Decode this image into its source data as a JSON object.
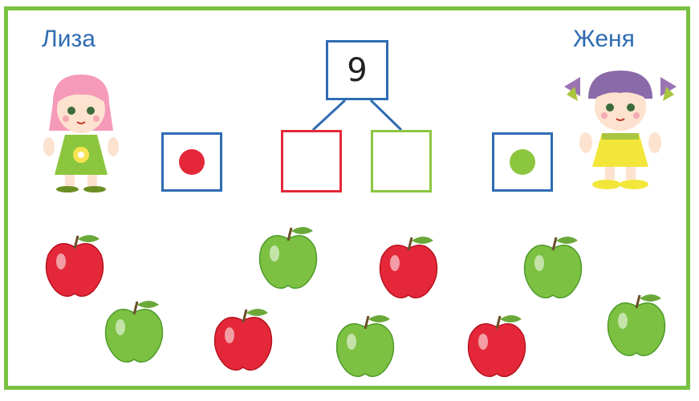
{
  "names": {
    "left": "Лиза",
    "right": "Женя"
  },
  "total": "9",
  "colors": {
    "frame": "#7ac142",
    "blue": "#2f6cb3",
    "red": "#e4283a",
    "green": "#8cc63f"
  },
  "apples": [
    {
      "color": "red"
    },
    {
      "color": "green"
    },
    {
      "color": "red"
    },
    {
      "color": "green"
    },
    {
      "color": "green"
    },
    {
      "color": "red"
    },
    {
      "color": "green"
    },
    {
      "color": "red"
    },
    {
      "color": "green"
    }
  ]
}
